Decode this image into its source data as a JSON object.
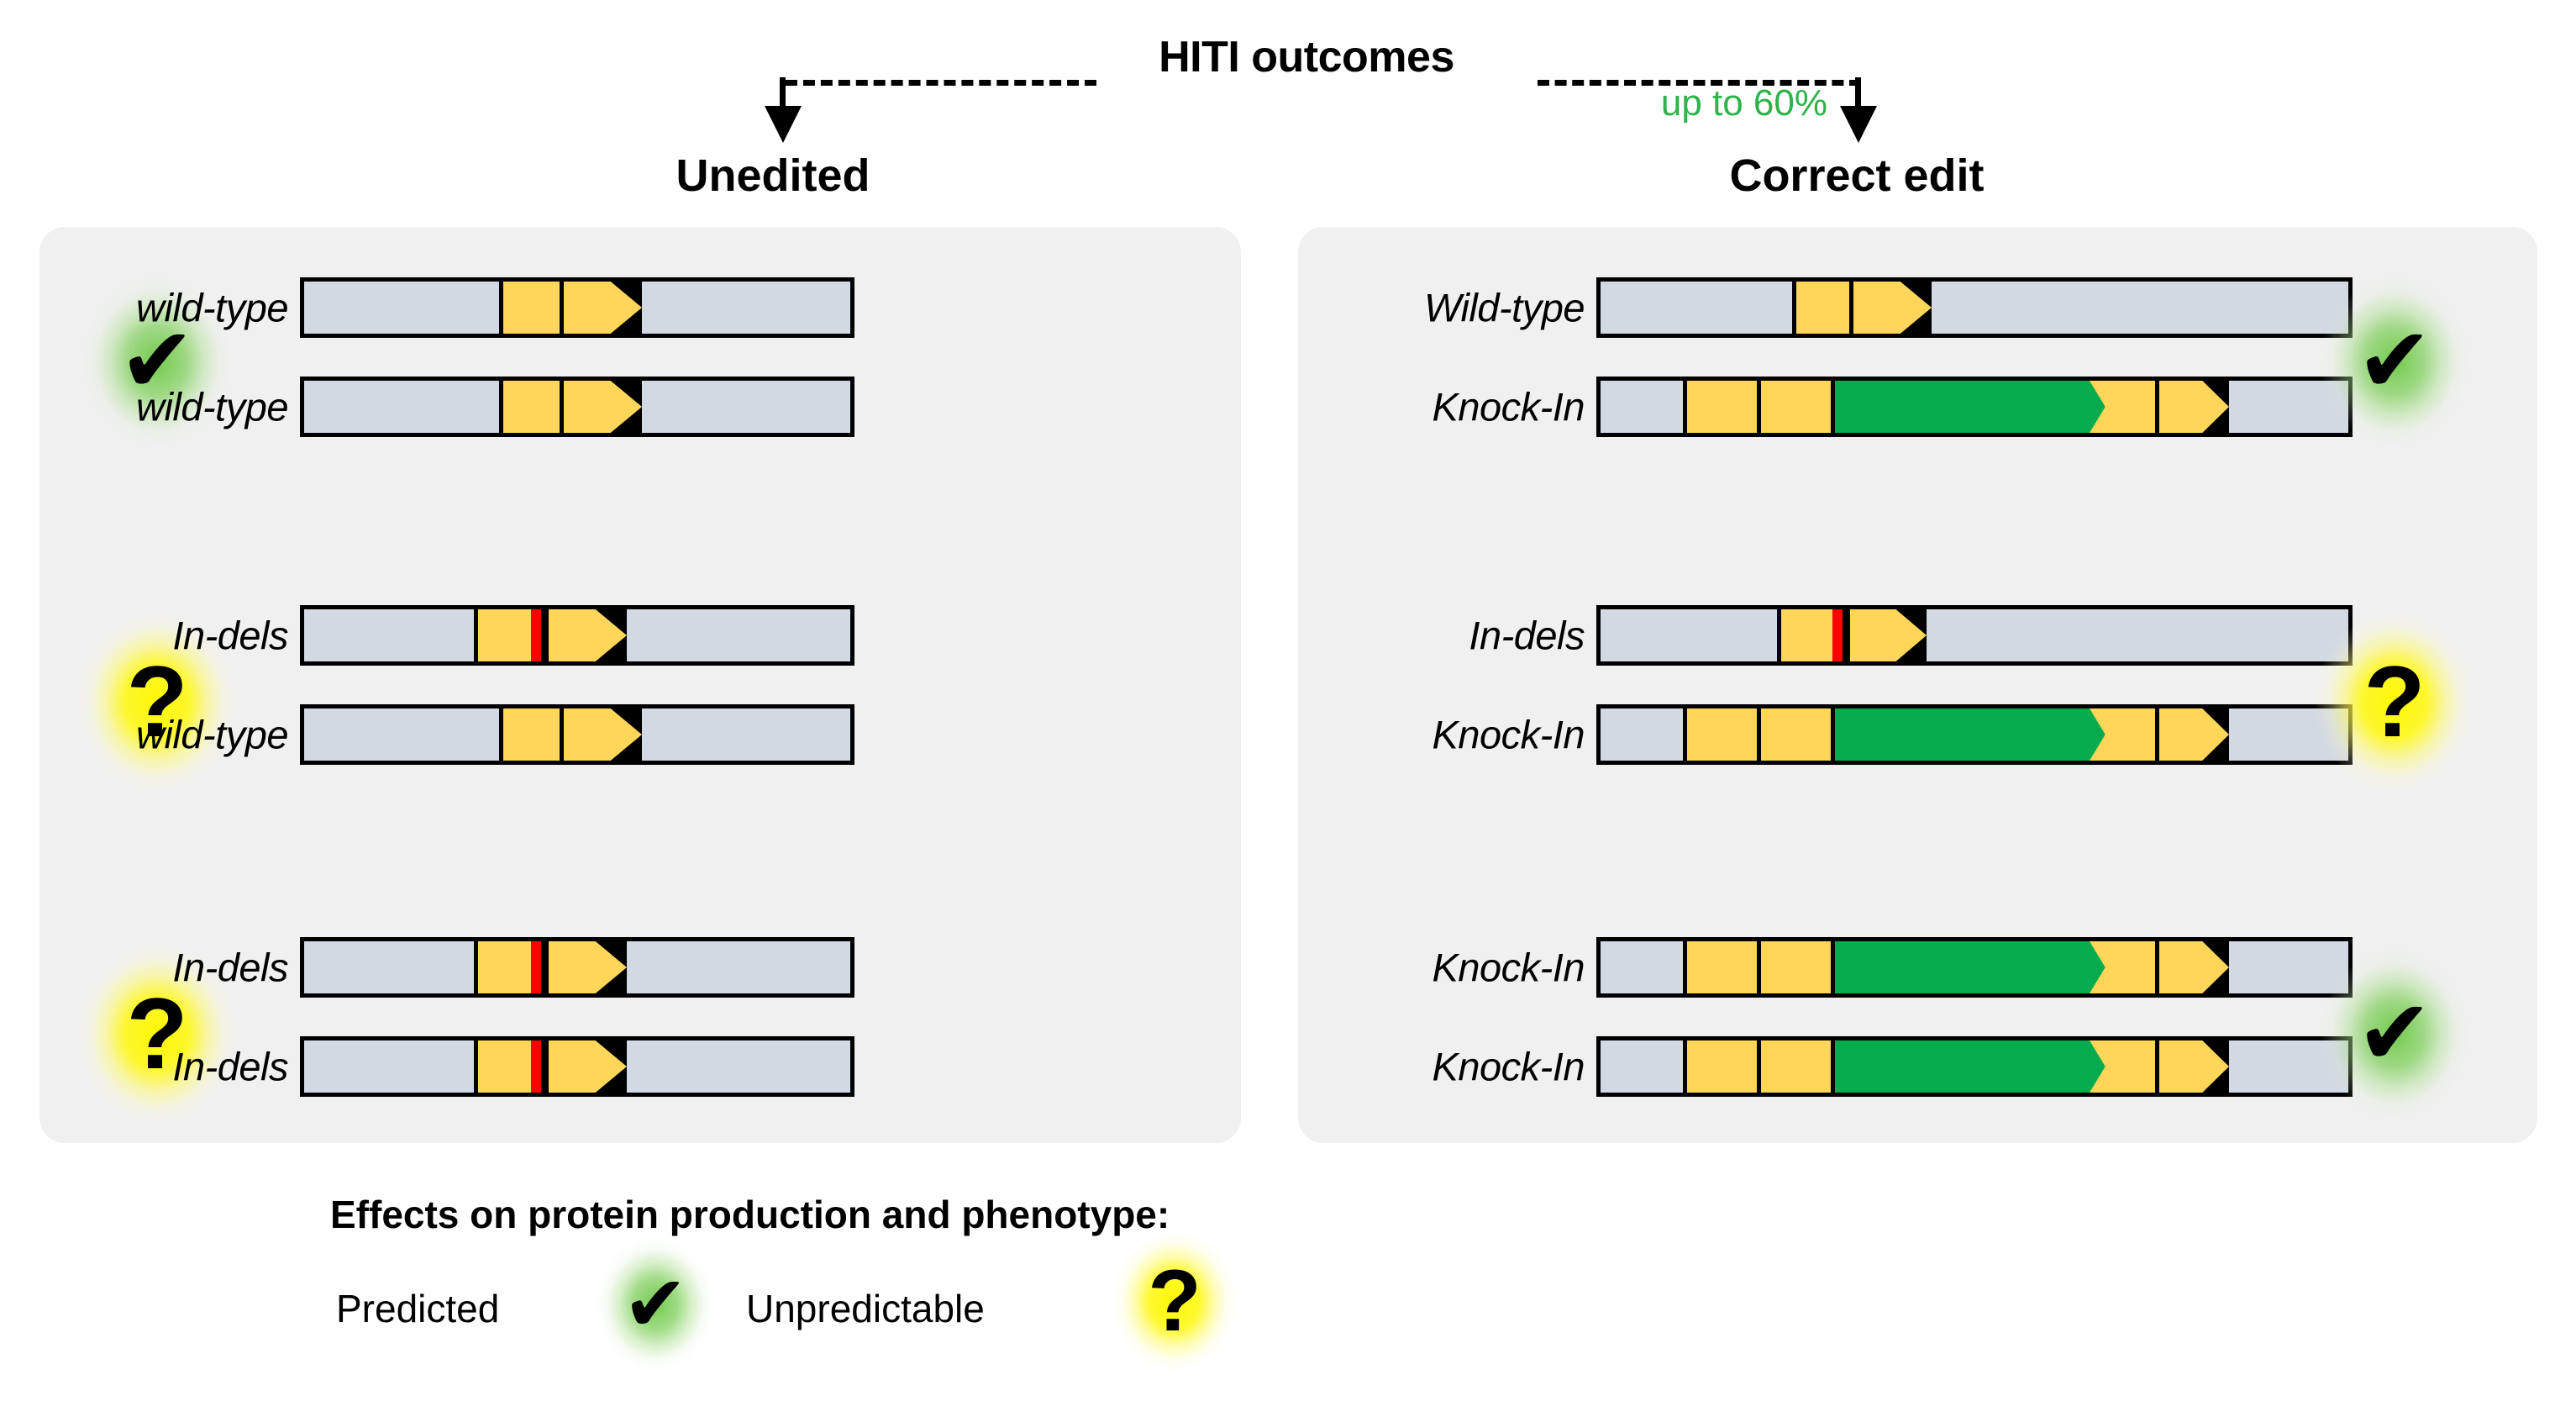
{
  "header": {
    "title": "HITI outcomes",
    "efficiency_note": "up to 60%",
    "efficiency_color": "#2cb34a",
    "columns": [
      {
        "id": "unedited",
        "label": "Unedited"
      },
      {
        "id": "correct-edit",
        "label": "Correct edit"
      }
    ],
    "arrow_left_icon": "down-arrow-icon",
    "arrow_right_icon": "down-arrow-icon"
  },
  "colors": {
    "backbone_grey": "#d2d9e3",
    "exon_yellow": "#ffd65a",
    "knockin_green": "#06ab4e",
    "indel_red": "#ff0000",
    "panel_background": "#f0f0f0",
    "outline_black": "#000000",
    "glow_green": "#6dc846",
    "glow_yellow": "#fff700"
  },
  "panels": [
    {
      "id": "unedited",
      "verdict_side": "left",
      "groups": [
        {
          "id": "wt-wt",
          "verdict": {
            "type": "predicted",
            "mark": "✔",
            "glow": "green"
          },
          "alleles": [
            {
              "label": "wild-type",
              "kind": "wild-type"
            },
            {
              "label": "wild-type",
              "kind": "wild-type"
            }
          ]
        },
        {
          "id": "indel-wt",
          "verdict": {
            "type": "unpredictable",
            "mark": "?",
            "glow": "yellow"
          },
          "alleles": [
            {
              "label": "In-dels",
              "kind": "in-dels"
            },
            {
              "label": "wild-type",
              "kind": "wild-type"
            }
          ]
        },
        {
          "id": "indel-indel",
          "verdict": {
            "type": "unpredictable",
            "mark": "?",
            "glow": "yellow"
          },
          "alleles": [
            {
              "label": "In-dels",
              "kind": "in-dels"
            },
            {
              "label": "In-dels",
              "kind": "in-dels"
            }
          ]
        }
      ]
    },
    {
      "id": "correct-edit",
      "verdict_side": "right",
      "groups": [
        {
          "id": "wt-ki",
          "verdict": {
            "type": "predicted",
            "mark": "✔",
            "glow": "green"
          },
          "alleles": [
            {
              "label": "Wild-type",
              "kind": "wild-type"
            },
            {
              "label": "Knock-In",
              "kind": "knock-in"
            }
          ]
        },
        {
          "id": "indel-ki",
          "verdict": {
            "type": "unpredictable",
            "mark": "?",
            "glow": "yellow"
          },
          "alleles": [
            {
              "label": "In-dels",
              "kind": "in-dels"
            },
            {
              "label": "Knock-In",
              "kind": "knock-in"
            }
          ]
        },
        {
          "id": "ki-ki",
          "verdict": {
            "type": "predicted",
            "mark": "✔",
            "glow": "green"
          },
          "alleles": [
            {
              "label": "Knock-In",
              "kind": "knock-in"
            },
            {
              "label": "Knock-In",
              "kind": "knock-in"
            }
          ]
        }
      ]
    }
  ],
  "legend": {
    "title": "Effects on protein production and phenotype:",
    "items": [
      {
        "label": "Predicted",
        "mark": "✔",
        "glow": "green"
      },
      {
        "label": "Unpredictable",
        "mark": "?",
        "glow": "yellow"
      }
    ]
  }
}
